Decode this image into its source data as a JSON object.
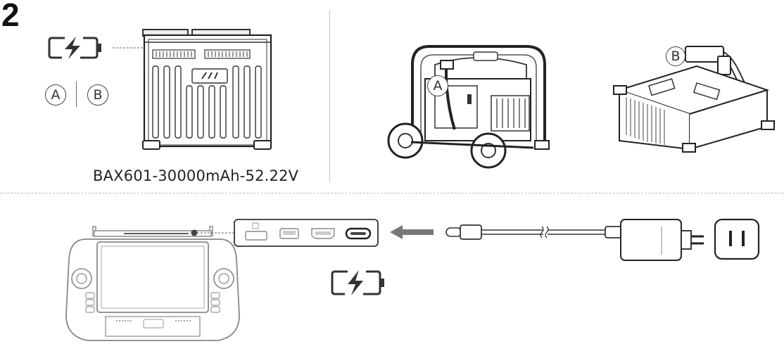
{
  "step": {
    "number": "2"
  },
  "battery": {
    "model": "BAX601-30000mAh-52.22V"
  },
  "callouts": {
    "a": "A",
    "b": "B",
    "a_left": "A",
    "b_left": "B"
  },
  "icons": {
    "charging": "charging-battery-icon",
    "plug": "ac-power-plug-icon",
    "arrow": "insert-arrow-icon"
  },
  "colors": {
    "line": "#333333",
    "light": "#8a8a8a",
    "port_dark": "#444444"
  }
}
